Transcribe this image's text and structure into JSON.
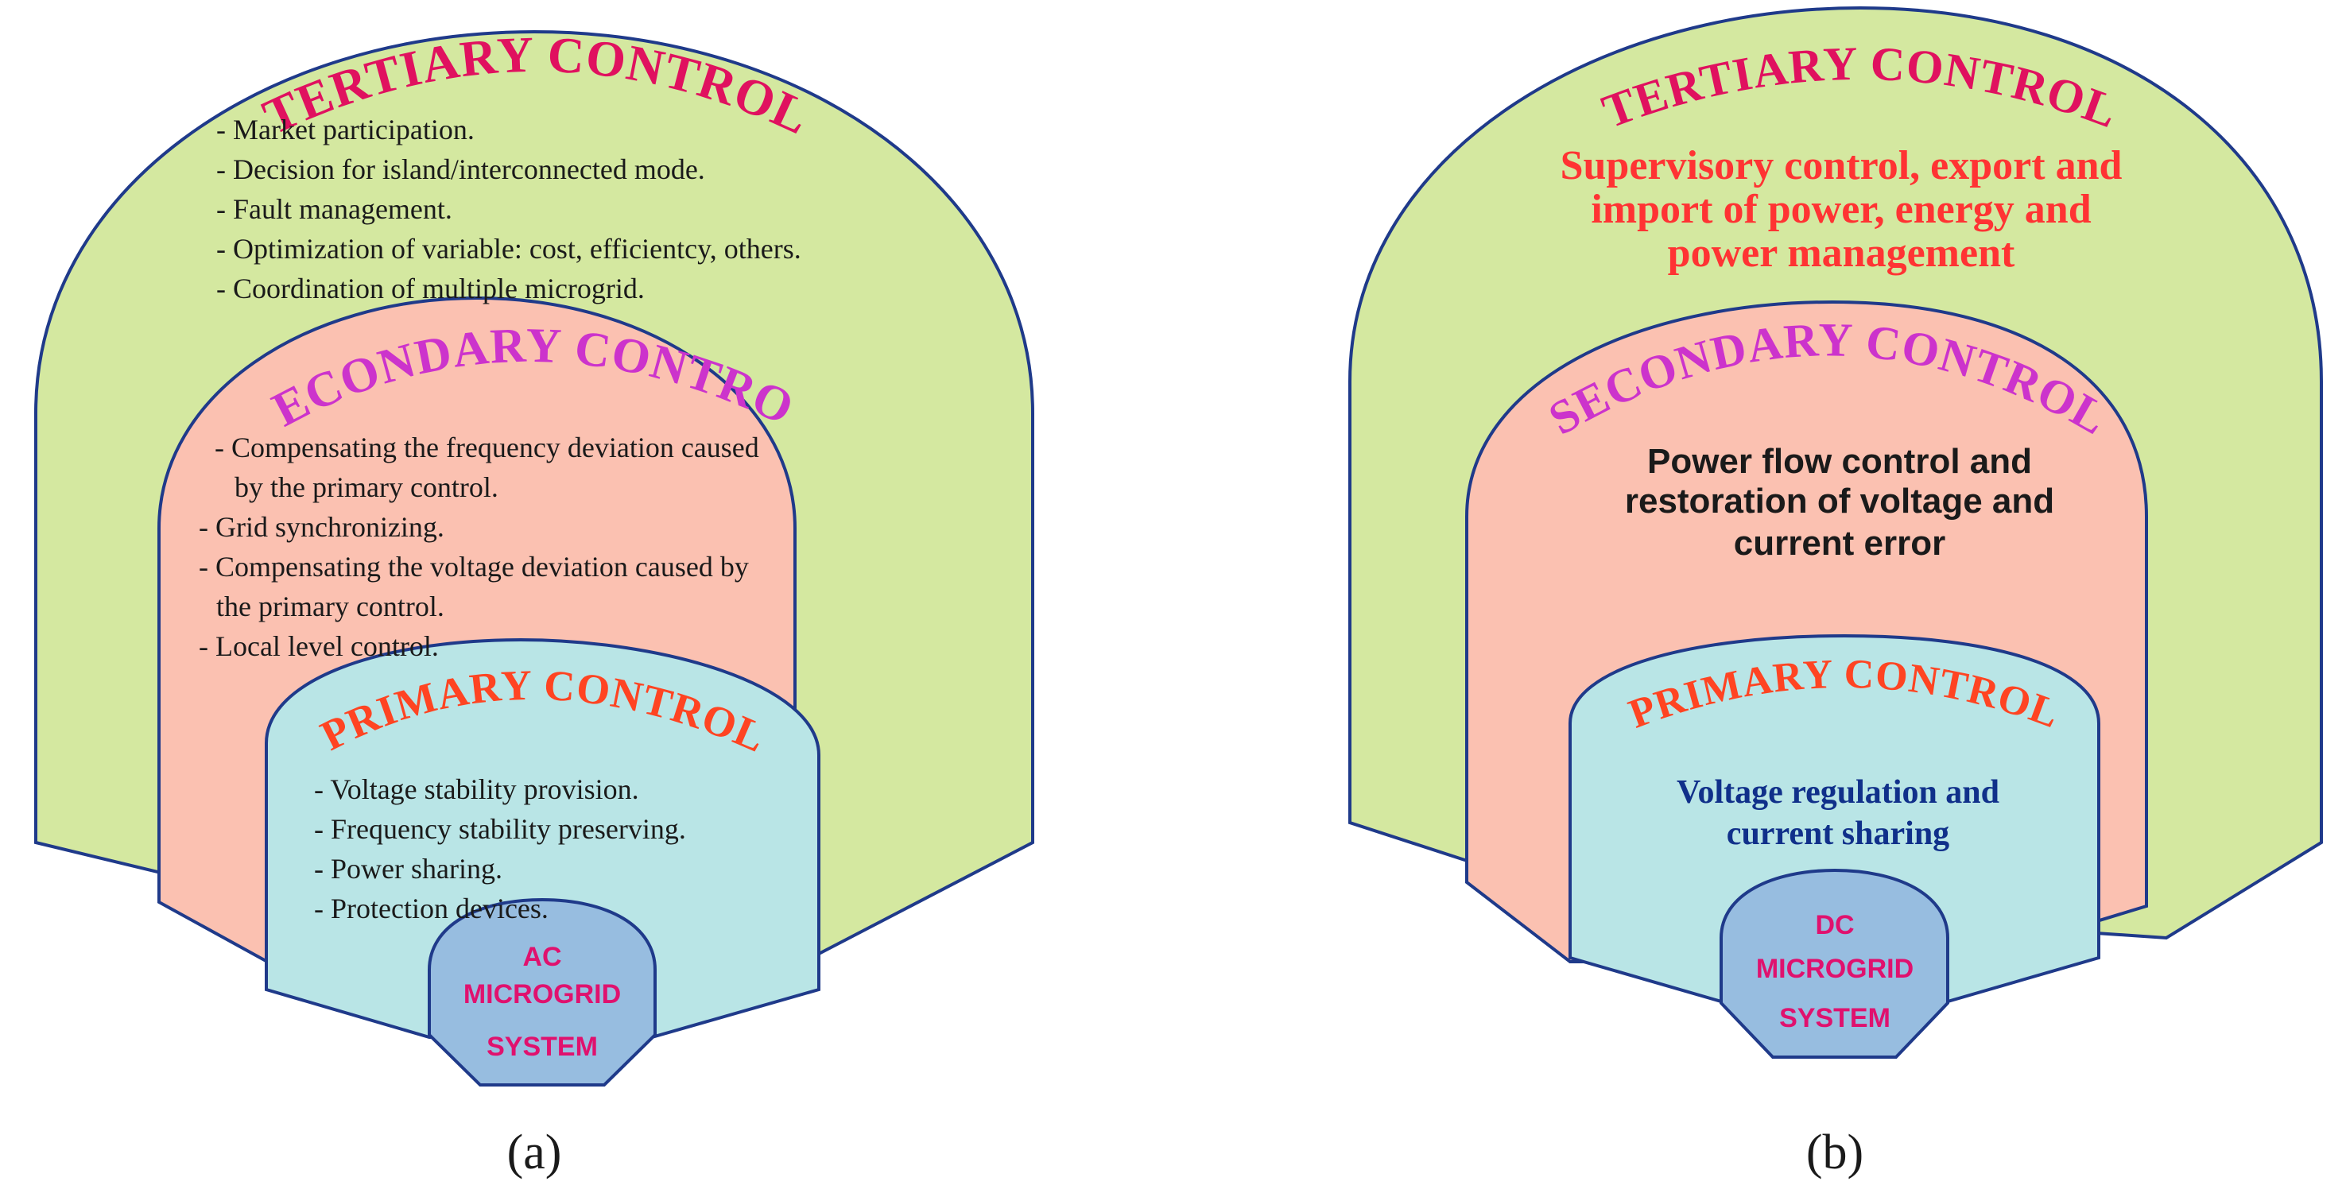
{
  "colors": {
    "tertiary_fill": "#d4e8a0",
    "secondary_fill": "#fbc1b1",
    "primary_fill": "#b9e5e6",
    "core_fill": "#97bde0",
    "outline": "#1f3a8a",
    "tertiary_title": "#e0115f",
    "secondary_title": "#cc33cc",
    "primary_title": "#ff4422",
    "core_text": "#e0116e",
    "red_text": "#ff3333",
    "dark_text": "#1a1a1a",
    "blue_text": "#10308a"
  },
  "panel_a": {
    "tertiary_title": "TERTIARY CONTROL",
    "tertiary_items": [
      "- Market participation.",
      "- Decision for island/interconnected mode.",
      "- Fault management.",
      "- Optimization of variable: cost, efficientcy, others.",
      "- Coordination of multiple microgrid."
    ],
    "secondary_title": "SECONDARY CONTROL",
    "secondary_items": [
      "- Compensating the frequency deviation caused",
      "by the primary control.",
      "- Grid synchronizing.",
      "- Compensating the voltage deviation caused by",
      "the primary control.",
      "- Local level control."
    ],
    "primary_title": "PRIMARY CONTROL",
    "primary_items": [
      "- Voltage stability provision.",
      "- Frequency stability preserving.",
      "- Power sharing.",
      "- Protection devices."
    ],
    "core_lines": [
      "AC",
      "MICROGRID",
      "SYSTEM"
    ],
    "caption": "(a)"
  },
  "panel_b": {
    "tertiary_title": "TERTIARY CONTROL",
    "tertiary_lines": [
      "Supervisory control, export and",
      "import of power, energy and",
      "power management"
    ],
    "secondary_title": "SECONDARY CONTROL",
    "secondary_lines": [
      "Power flow control and",
      "restoration of voltage and",
      "current error"
    ],
    "primary_title": "PRIMARY CONTROL",
    "primary_lines": [
      "Voltage regulation and",
      "current sharing"
    ],
    "core_lines": [
      "DC",
      "MICROGRID",
      "SYSTEM"
    ],
    "caption": "(b)"
  }
}
